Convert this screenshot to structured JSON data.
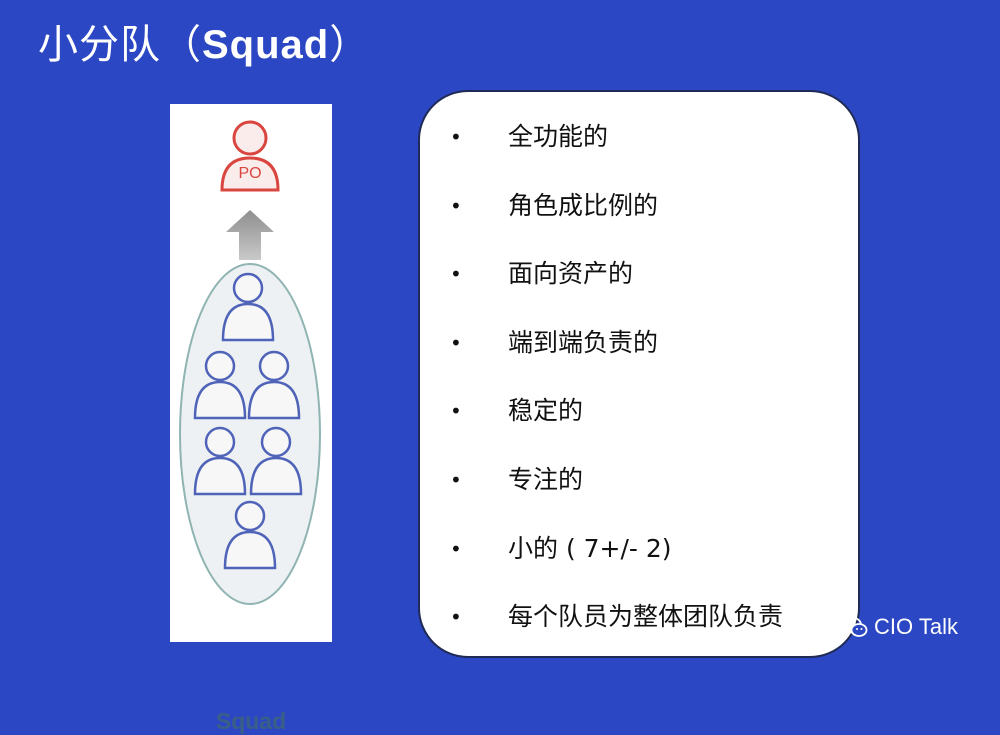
{
  "slide": {
    "title_cn": "小分队",
    "title_open": "（",
    "title_en": "Squad",
    "title_close": "）"
  },
  "diagram": {
    "po_label": "PO",
    "squad_label": "Squad",
    "member_count": 7
  },
  "bullets": {
    "marker": "•",
    "items": [
      "全功能的",
      "角色成比例的",
      "面向资产的",
      "端到端负责的",
      "稳定的",
      "专注的",
      "小的 ( 7+/- 2)",
      "每个队员为整体团队负责"
    ]
  },
  "watermark": {
    "icon": "wechat-icon",
    "text": "CIO Talk"
  },
  "colors": {
    "background": "#2c47c4",
    "po_red": "#d9463f",
    "member_blue": "#4f63b8",
    "squad_text": "#3a5f86"
  }
}
